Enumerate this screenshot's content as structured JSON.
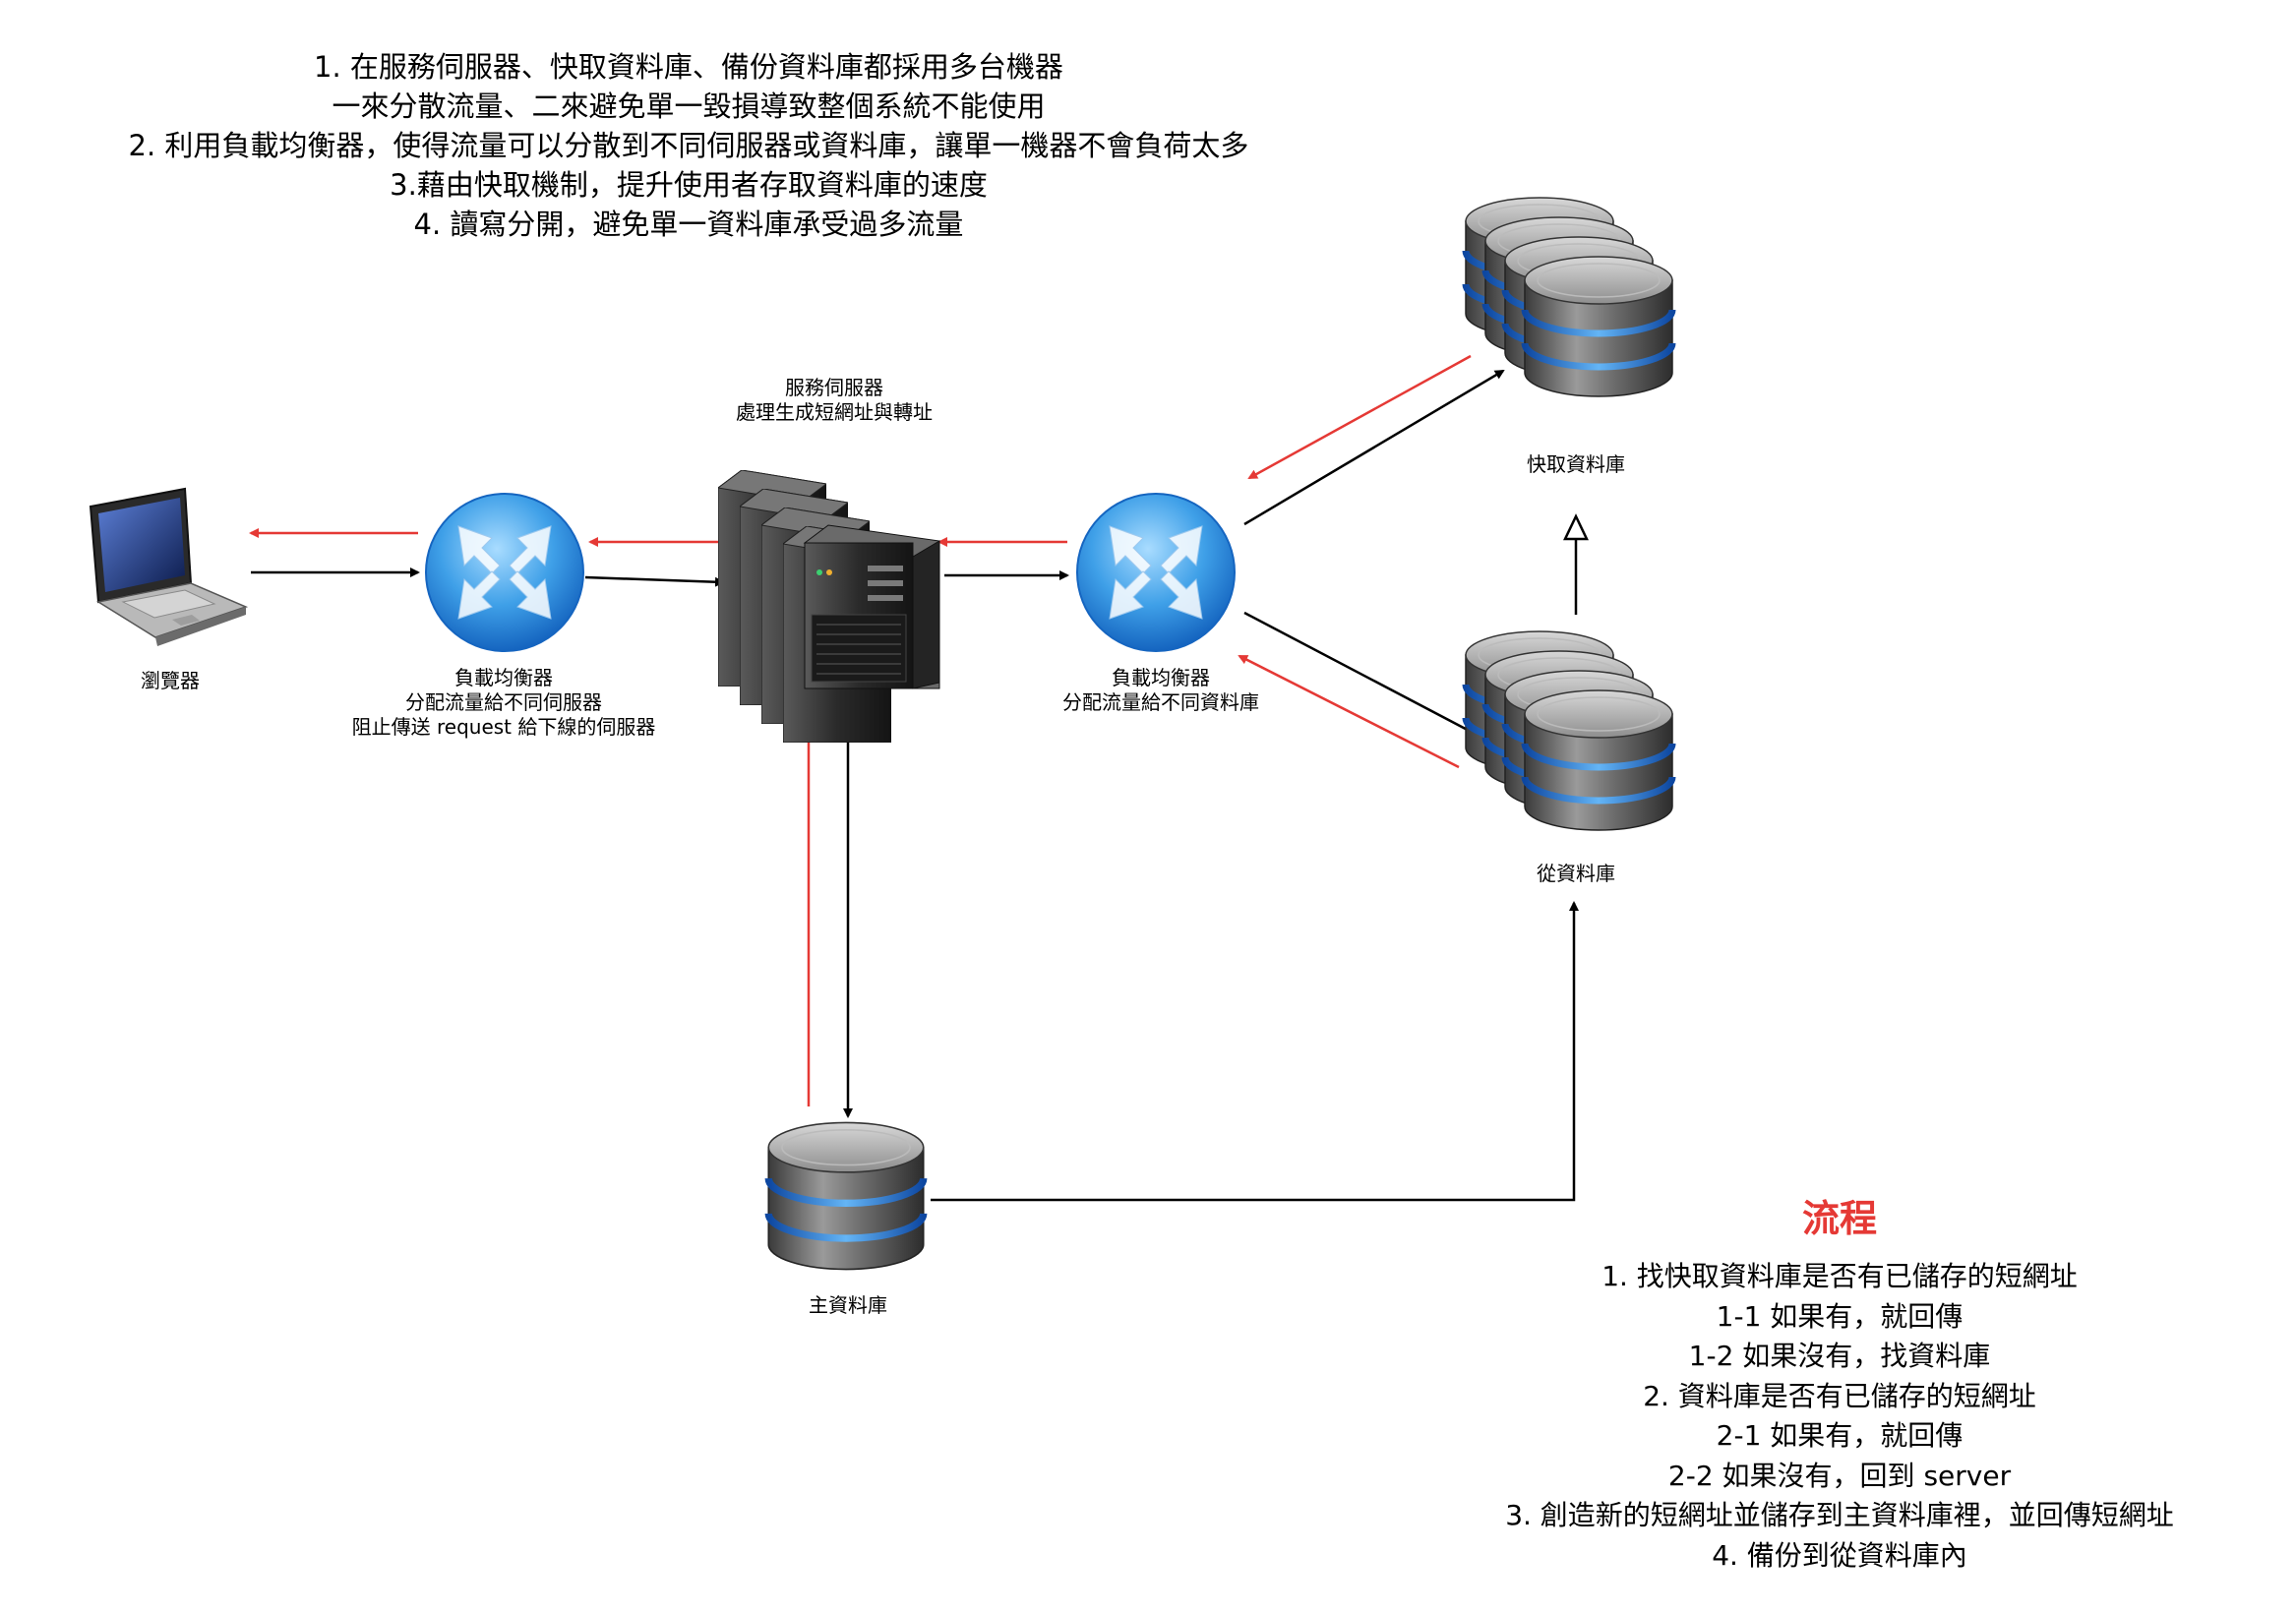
{
  "notes": [
    "1. 在服務伺服器、快取資料庫、備份資料庫都採用多台機器",
    "一來分散流量、二來避免單一毀損導致整個系統不能使用",
    "2. 利用負載均衡器，使得流量可以分散到不同伺服器或資料庫，讓單一機器不會負荷太多",
    "3.藉由快取機制，提升使用者存取資料庫的速度",
    "4. 讀寫分開，避免單一資料庫承受過多流量"
  ],
  "nodes": {
    "browser": {
      "label": "瀏覽器",
      "icon": "laptop-icon"
    },
    "lb1": {
      "lines": [
        "負載均衡器",
        "分配流量給不同伺服器",
        "阻止傳送 request 給下線的伺服器"
      ],
      "icon": "router-icon"
    },
    "server": {
      "lines": [
        "服務伺服器",
        "處理生成短網址與轉址"
      ],
      "icon": "server-rack-icon"
    },
    "lb2": {
      "lines": [
        "負載均衡器",
        "分配流量給不同資料庫"
      ],
      "icon": "router-icon"
    },
    "cache_db": {
      "label": "快取資料庫",
      "icon": "database-stack-icon"
    },
    "replica_db": {
      "label": "從資料庫",
      "icon": "database-stack-icon"
    },
    "master_db": {
      "label": "主資料庫",
      "icon": "database-icon"
    }
  },
  "flow": {
    "title": "流程",
    "steps": [
      "1. 找快取資料庫是否有已儲存的短網址",
      "1-1 如果有，就回傳",
      "1-2 如果沒有，找資料庫",
      "2. 資料庫是否有已儲存的短網址",
      "2-1 如果有，就回傳",
      "2-2 如果沒有，回到 server",
      "3. 創造新的短網址並儲存到主資料庫裡，並回傳短網址",
      "4. 備份到從資料庫內"
    ]
  },
  "colors": {
    "request_arrow": "#000000",
    "response_arrow": "#e53935",
    "title": "#e53935"
  }
}
